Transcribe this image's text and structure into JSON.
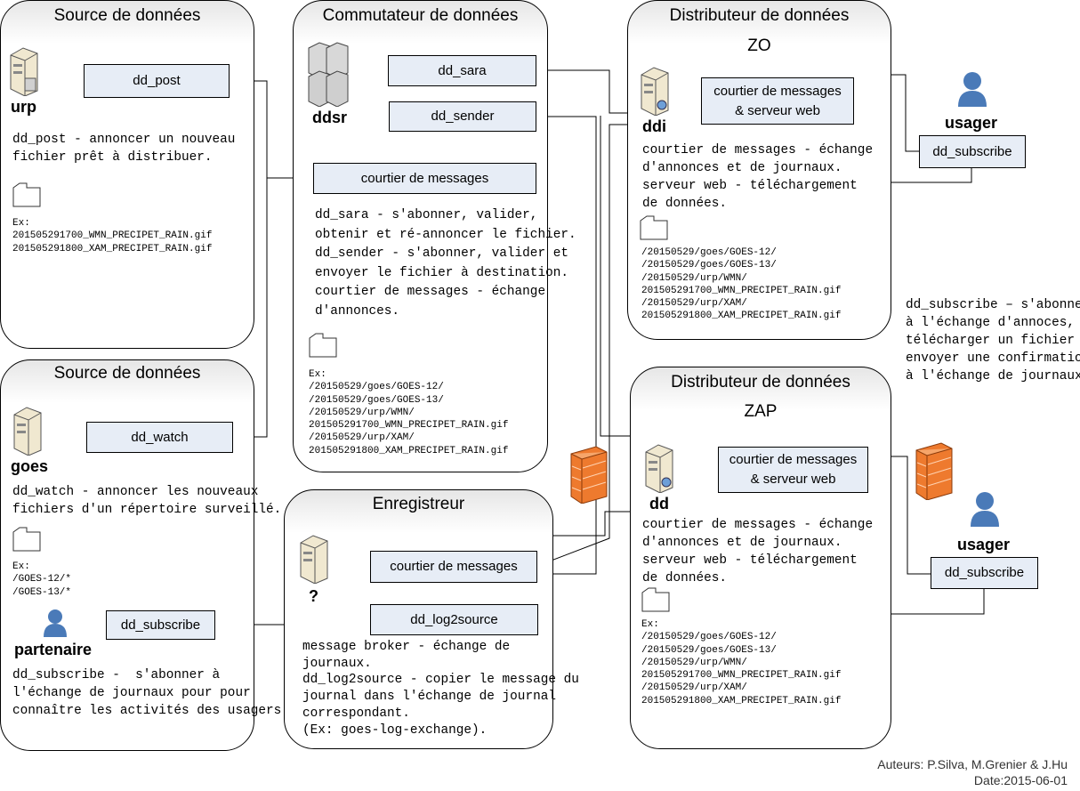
{
  "panels": {
    "src1": {
      "title": "Source de données",
      "node": "urp",
      "comp": "dd_post",
      "desc": "dd_post - annoncer un nouveau\nfichier prêt à distribuer.",
      "ex": "Ex:\n201505291700_WMN_PRECIPET_RAIN.gif\n201505291800_XAM_PRECIPET_RAIN.gif"
    },
    "src2": {
      "title": "Source de données",
      "node": "goes",
      "comp": "dd_watch",
      "desc": "dd_watch - annoncer les nouveaux\nfichiers d'un répertoire surveillé.",
      "ex": "Ex:\n/GOES-12/*\n/GOES-13/*",
      "partner": "partenaire",
      "partner_comp": "dd_subscribe",
      "partner_desc": "dd_subscribe -  s'abonner à\nl'échange de journaux pour pour\nconnaître les activités des usagers."
    },
    "switch": {
      "title": "Commutateur de données",
      "node": "ddsr",
      "comp_sara": "dd_sara",
      "comp_sender": "dd_sender",
      "comp_broker": "courtier de messages",
      "desc": "dd_sara - s'abonner, valider,\nobtenir et ré-annoncer le fichier.\ndd_sender - s'abonner, valider et\nenvoyer le fichier à destination.\ncourtier de messages - échange\nd'annonces.",
      "ex": "Ex:\n/20150529/goes/GOES-12/\n/20150529/goes/GOES-13/\n/20150529/urp/WMN/\n201505291700_WMN_PRECIPET_RAIN.gif\n/20150529/urp/XAM/\n201505291800_XAM_PRECIPET_RAIN.gif"
    },
    "logger": {
      "title": "Enregistreur",
      "node": "?",
      "comp_broker": "courtier de messages",
      "comp_log": "dd_log2source",
      "desc": "message broker - échange de\njournaux.\ndd_log2source - copier le message du\njournal dans l'échange de journal\ncorrespondant.\n(Ex: goes-log-exchange)."
    },
    "zo": {
      "title": "Distributeur de données",
      "subtitle": "ZO",
      "node": "ddi",
      "comp_line1": "courtier de messages",
      "comp_line2": "& serveur web",
      "desc": "courtier de messages - échange\nd'annonces et de journaux.\nserveur web - téléchargement\nde données.",
      "ex": "/20150529/goes/GOES-12/\n/20150529/goes/GOES-13/\n/20150529/urp/WMN/\n201505291700_WMN_PRECIPET_RAIN.gif\n/20150529/urp/XAM/\n201505291800_XAM_PRECIPET_RAIN.gif"
    },
    "zap": {
      "title": "Distributeur de données",
      "subtitle": "ZAP",
      "node": "dd",
      "comp_line1": "courtier de messages",
      "comp_line2": "& serveur web",
      "desc": "courtier de messages - échange\nd'annonces et de journaux.\nserveur web - téléchargement\nde données.",
      "ex": "Ex:\n/20150529/goes/GOES-12/\n/20150529/goes/GOES-13/\n/20150529/urp/WMN/\n201505291700_WMN_PRECIPET_RAIN.gif\n/20150529/urp/XAM/\n201505291800_XAM_PRECIPET_RAIN.gif"
    }
  },
  "users": {
    "zo": {
      "label": "usager",
      "comp": "dd_subscribe"
    },
    "zap": {
      "label": "usager",
      "comp": "dd_subscribe"
    },
    "note": "dd_subscribe – s'abonner\nà l'échange d'annoces,\ntélécharger un fichier et\nenvoyer une confirmation\nà l'échange de journaux."
  },
  "credits": {
    "authors": "Auteurs: P.Silva, M.Grenier & J.Hu",
    "date": "Date:2015-06-01"
  },
  "icons": {
    "server": "server-icon",
    "folder": "folder-icon",
    "user": "user-icon",
    "firewall": "firewall-icon"
  },
  "colors": {
    "component_fill": "#e7edf6",
    "user_blue": "#4a7ab8",
    "firewall": "#ee7a2e"
  }
}
